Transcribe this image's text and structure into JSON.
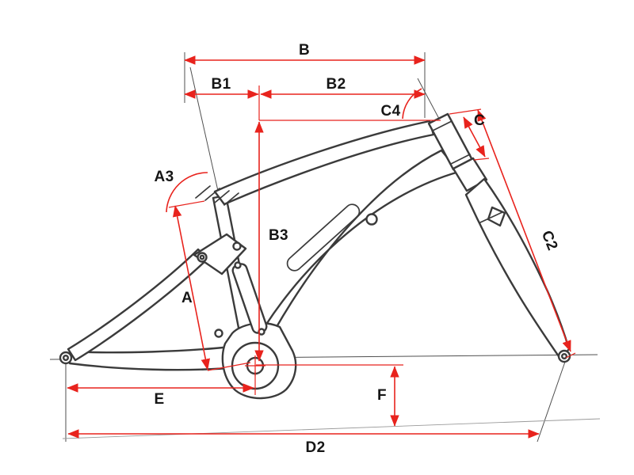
{
  "colors": {
    "background": "#ffffff",
    "dimension": "#e8231d",
    "frame": "#3b3b3b",
    "reference": "#4f4f4f",
    "label": "#161616"
  },
  "dimensions": {
    "B": "B",
    "B1": "B1",
    "B2": "B2",
    "B3": "B3",
    "A": "A",
    "A3": "A3",
    "C": "C",
    "C2": "C2",
    "C4": "C4",
    "D2": "D2",
    "E": "E",
    "F": "F"
  }
}
